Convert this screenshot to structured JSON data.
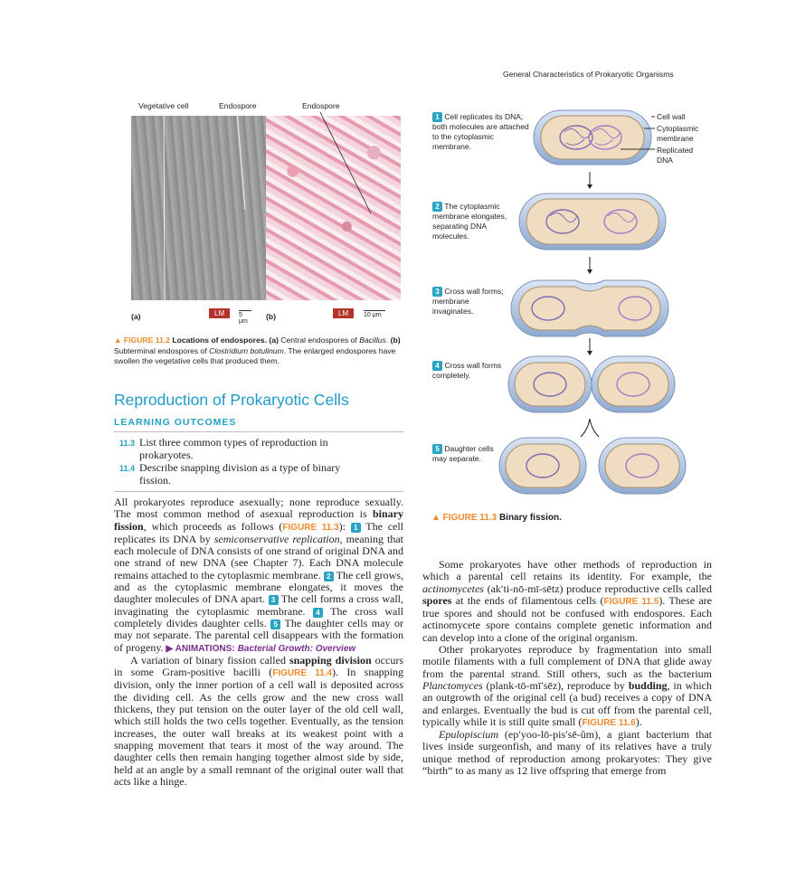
{
  "header": "General Characteristics of Prokaryotic Organisms",
  "fig2": {
    "label_vegetative": "Vegetative cell",
    "label_endospore_a": "Endospore",
    "label_endospore_b": "Endospore",
    "panel_a": "(a)",
    "panel_b": "(b)",
    "lm": "LM",
    "scale_a": "5 μm",
    "scale_b": "10 μm",
    "tag": "▲ FIGURE 11.2",
    "title": "Locations of endospores.",
    "caption_a_label": "(a)",
    "caption_a": "Central endospores of",
    "caption_a_genus": "Bacillus",
    "caption_b_label": "(b)",
    "caption_b": "Subterminal endospores of",
    "caption_b_genus": "Clostridium botulinum",
    "caption_end": ". The enlarged endospores have swollen the vegetative cells that produced them."
  },
  "section": {
    "title": "Reproduction of Prokaryotic Cells",
    "lo_title": "LEARNING OUTCOMES",
    "lo": [
      {
        "num": "11.3",
        "text": "List three common types of reproduction in prokaryotes."
      },
      {
        "num": "11.4",
        "text": "Describe snapping division as a type of binary fission."
      }
    ]
  },
  "para1": {
    "t1": "All prokaryotes reproduce asexually; none reproduce sexually. The most common method of asexual reproduction is ",
    "b1": "binary fission",
    "t2": ", which proceeds as follows (",
    "ref1": "FIGURE 11.3",
    "t3": "): ",
    "s1": "1",
    "t4": " The cell replicates its DNA by ",
    "i1": "semiconservative replication",
    "t5": ", meaning that each molecule of DNA consists of one strand of original DNA and one strand of new DNA (see Chapter 7). Each DNA molecule remains attached to the cytoplasmic membrane. ",
    "s2": "2",
    "t6": " The cell grows, and as the cytoplasmic membrane elongates, it moves the daughter molecules of DNA apart. ",
    "s3": "3",
    "t7": " The cell forms a cross wall, invaginating the cytoplasmic membrane. ",
    "s4": "4",
    "t8": " The cross wall completely divides daughter cells. ",
    "s5": "5",
    "t9": " The daughter cells may or may not separate. The parental cell disappears with the formation of progeny. ",
    "anim_tag": "▶ ANIMATIONS:",
    "anim_title": "Bacterial Growth: Overview"
  },
  "para2": {
    "t1": "A variation of binary fission called ",
    "b1": "snapping division",
    "t2": " occurs in some Gram-positive bacilli (",
    "ref1": "FIGURE 11.4",
    "t3": "). In snapping division, only the inner portion of a cell wall is deposited across the dividing cell. As the cells grow and the new cross wall thickens, they put tension on the outer layer of the old cell wall, which still holds the two cells together. Eventually, as the tension increases, the outer wall breaks at its weakest point with a snapping movement that tears it most of the way around. The daughter cells then remain hanging together almost side by side, held at an angle by a small remnant of the original outer wall that acts like a hinge."
  },
  "fig3": {
    "steps": [
      {
        "num": "1",
        "text": "Cell replicates its DNA; both molecules are attached to the cytoplasmic membrane."
      },
      {
        "num": "2",
        "text": "The cytoplasmic membrane elongates, separating DNA molecules."
      },
      {
        "num": "3",
        "text": "Cross wall forms; membrane invaginates."
      },
      {
        "num": "4",
        "text": "Cross wall forms completely."
      },
      {
        "num": "5",
        "text": "Daughter cells may separate."
      }
    ],
    "label_wall": "Cell wall",
    "label_membrane": "Cytoplasmic membrane",
    "label_dna": "Replicated DNA",
    "tag": "▲ FIGURE 11.3",
    "title": "Binary fission."
  },
  "para3": {
    "t1": "Some prokaryotes have other methods of reproduction in which a parental cell retains its identity. For example, the ",
    "i1": "actinomycetes",
    "t2": " (ak′ti-nō-mī-sētz) produce reproductive cells called ",
    "b1": "spores",
    "t3": " at the ends of filamentous cells (",
    "ref1": "FIGURE 11.5",
    "t4": "). These are true spores and should not be confused with endospores. Each actinomycete spore contains complete genetic information and can develop into a clone of the original organism."
  },
  "para4": {
    "t1": "Other prokaryotes reproduce by fragmentation into small motile filaments with a full complement of DNA that glide away from the parental strand. Still others, such as the bacterium ",
    "i1": "Planctomyces",
    "t2": " (plank-tō-mī′sēz), reproduce by ",
    "b1": "budding",
    "t3": ", in which an outgrowth of the original cell (a bud) receives a copy of DNA and enlarges. Eventually the bud is cut off from the parental cell, typically while it is still quite small (",
    "ref1": "FIGURE 11.6",
    "t4": ")."
  },
  "para5": {
    "i1": "Epulopiscium",
    "t1": " (ep′yoo-lō-pis′sē-ŭm), a giant bacterium that lives inside surgeonfish, and many of its relatives have a truly unique method of reproduction among prokaryotes: They give “birth” to as many as 12 live offspring that emerge from"
  }
}
